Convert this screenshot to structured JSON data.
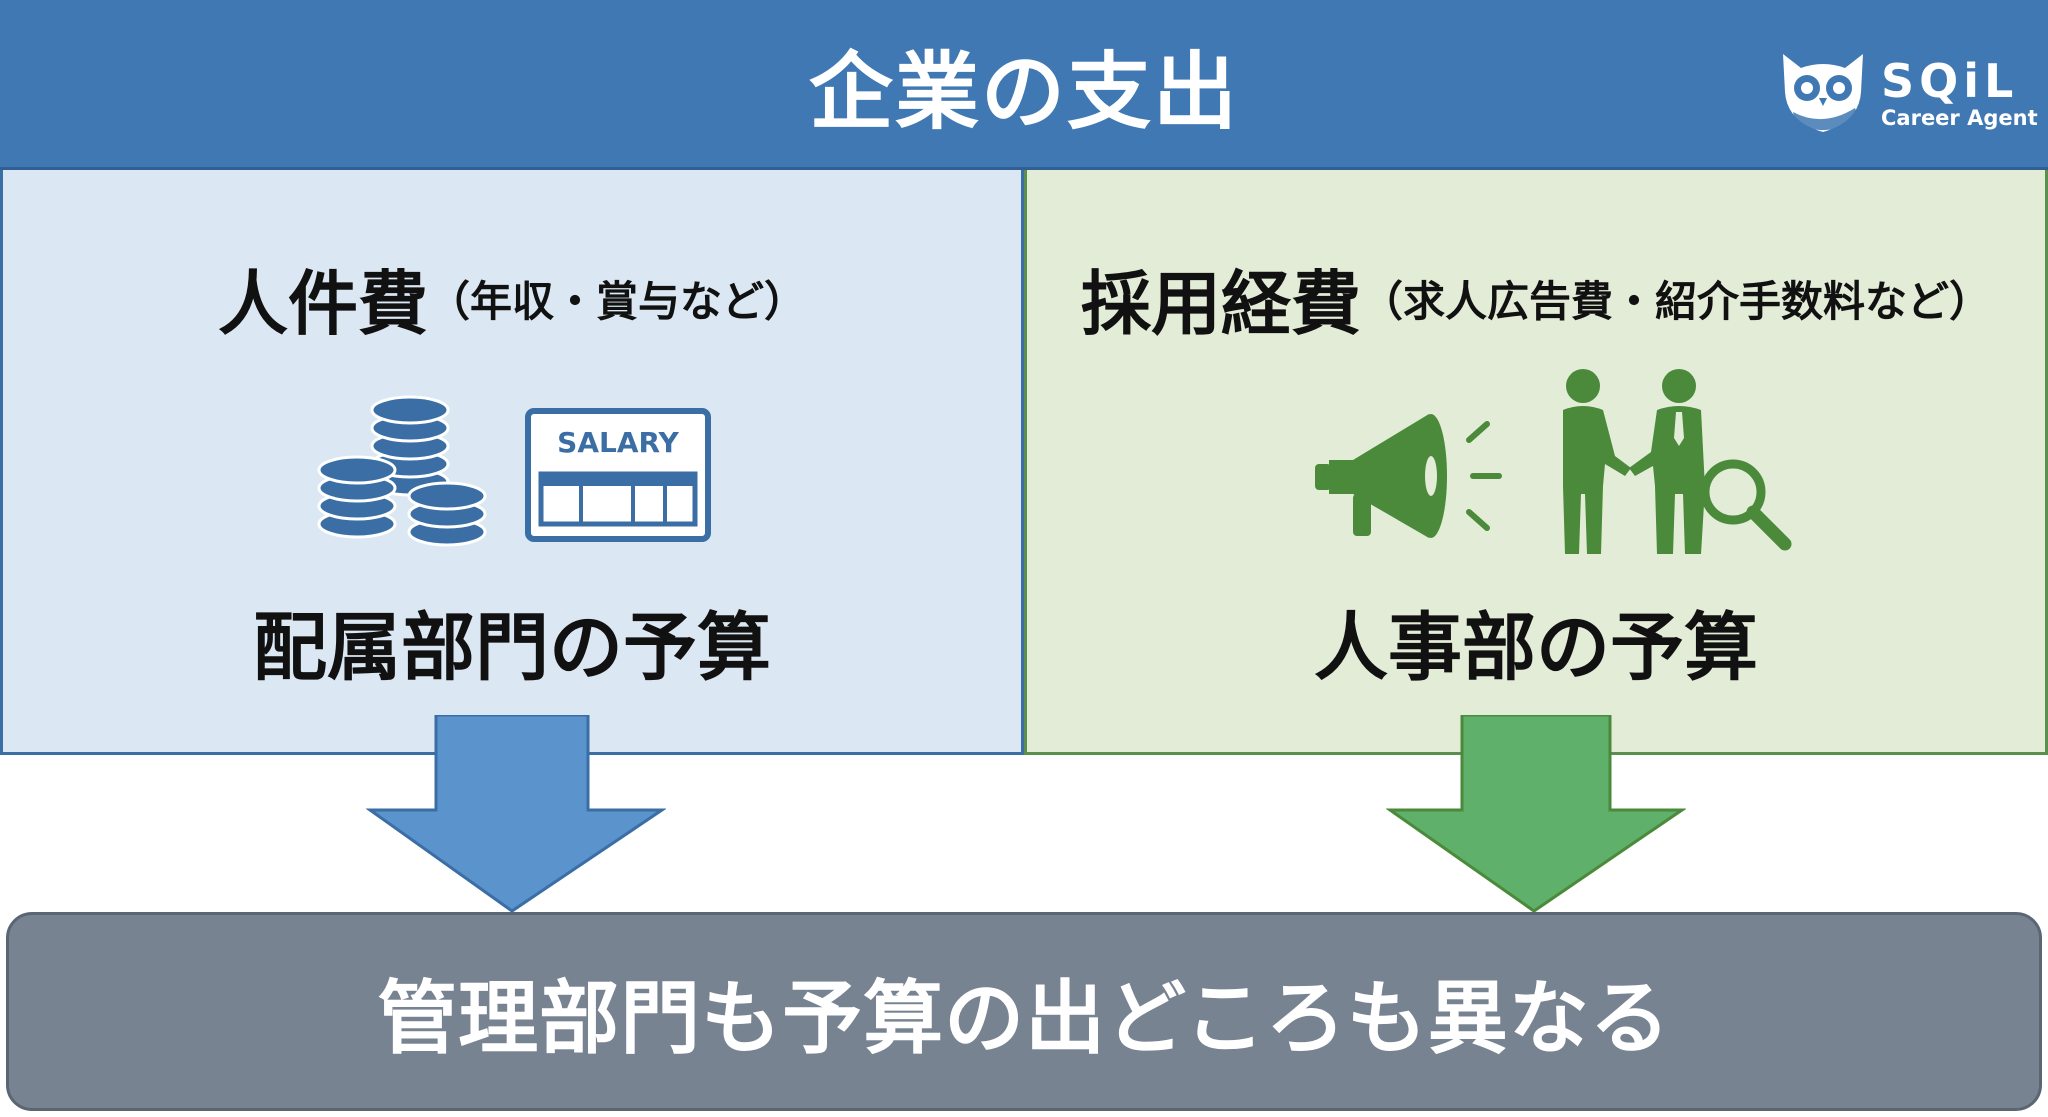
{
  "header": {
    "title": "企業の支出"
  },
  "logo": {
    "name": "SQiL",
    "subtitle": "Career Agent"
  },
  "left_panel": {
    "heading": "人件費",
    "heading_note": "（年収・賞与など）",
    "salary_label": "SALARY",
    "budget": "配属部門の予算",
    "icons": [
      "coin-stack-icon",
      "salary-statement-icon"
    ],
    "colors": {
      "background": "#dbe7f2",
      "icon": "#3a6ea5",
      "arrow": "#5b93cc"
    }
  },
  "right_panel": {
    "heading": "採用経費",
    "heading_note": "（求人広告費・紹介手数料など）",
    "budget": "人事部の予算",
    "icons": [
      "megaphone-icon",
      "handshake-people-icon",
      "magnifier-icon"
    ],
    "colors": {
      "background": "#e2ecd7",
      "icon": "#4a8a3a",
      "arrow": "#5fb06a"
    }
  },
  "bottom": {
    "text": "管理部門も予算の出どころも異なる"
  }
}
